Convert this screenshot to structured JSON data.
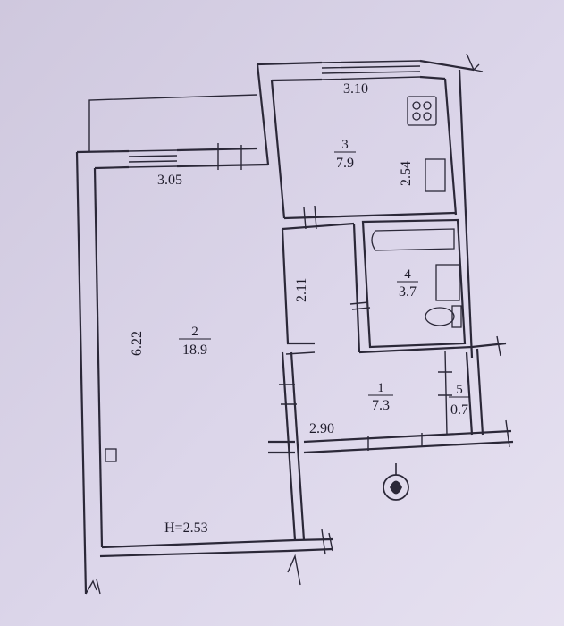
{
  "plan": {
    "rooms": [
      {
        "id": "room-2",
        "number": "2",
        "area": "18.9"
      },
      {
        "id": "room-3",
        "number": "3",
        "area": "7.9"
      },
      {
        "id": "room-4",
        "number": "4",
        "area": "3.7"
      },
      {
        "id": "room-1",
        "number": "1",
        "area": "7.3"
      },
      {
        "id": "room-5",
        "number": "5",
        "area": "0.7"
      }
    ],
    "dimensions": {
      "kitchen_width": "3.10",
      "kitchen_depth": "2.54",
      "living_width": "3.05",
      "living_depth": "6.22",
      "corridor_depth": "2.11",
      "hall_width": "2.90"
    },
    "ceiling_height": "H=2.53"
  }
}
